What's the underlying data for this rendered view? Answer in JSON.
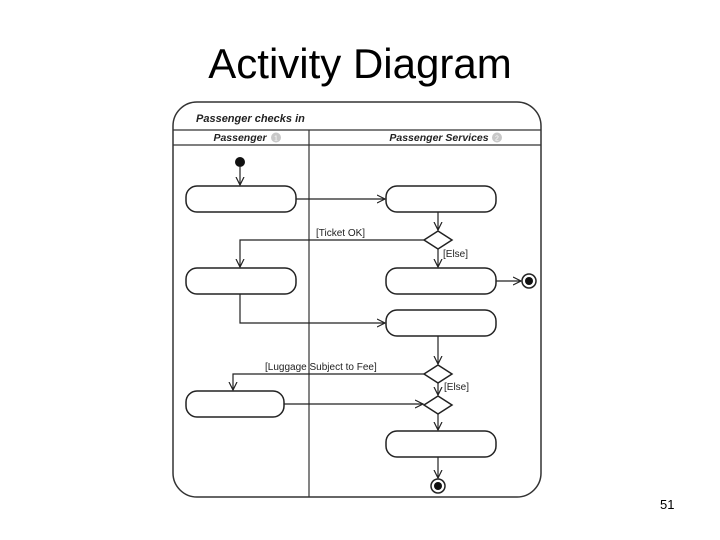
{
  "slide": {
    "title": "Activity Diagram",
    "page_number": "51"
  },
  "diagram": {
    "frame_title": "Passenger checks in",
    "lanes": [
      {
        "name": "Passenger",
        "number": "1"
      },
      {
        "name": "Passenger Services",
        "number": "2"
      }
    ],
    "guards": {
      "ticket_ok": "[Ticket OK]",
      "else_1": "[Else]",
      "luggage_fee": "[Luggage Subject to Fee]",
      "else_2": "[Else]"
    }
  }
}
